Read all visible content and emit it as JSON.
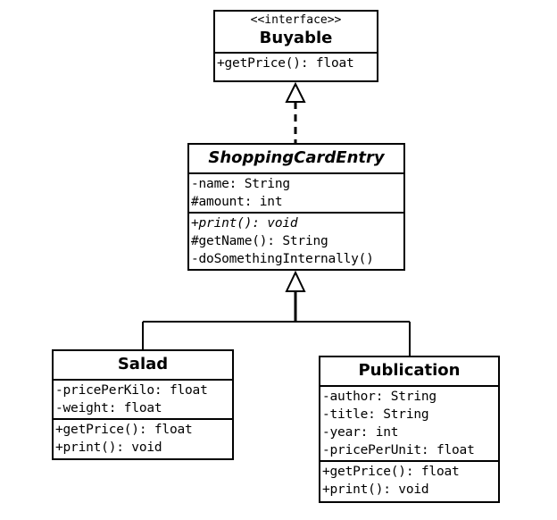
{
  "classes": {
    "buyable": {
      "stereotype": "<<interface>>",
      "name": "Buyable",
      "methods": [
        "+getPrice(): float"
      ]
    },
    "shopping_card_entry": {
      "name": "ShoppingCardEntry",
      "abstract": true,
      "attributes": [
        "-name: String",
        "#amount: int"
      ],
      "methods": [
        "+print(): void",
        "#getName(): String",
        "-doSomethingInternally()"
      ],
      "abstract_methods": [
        "+print(): void"
      ]
    },
    "salad": {
      "name": "Salad",
      "attributes": [
        "-pricePerKilo: float",
        "-weight: float"
      ],
      "methods": [
        "+getPrice(): float",
        "+print(): void"
      ]
    },
    "publication": {
      "name": "Publication",
      "attributes": [
        "-author: String",
        "-title: String",
        "-year: int",
        "-pricePerUnit: float"
      ],
      "methods": [
        "+getPrice(): float",
        "+print(): void"
      ]
    }
  },
  "relations": [
    {
      "type": "realization",
      "from": "ShoppingCardEntry",
      "to": "Buyable"
    },
    {
      "type": "generalization",
      "from": "Salad",
      "to": "ShoppingCardEntry"
    },
    {
      "type": "generalization",
      "from": "Publication",
      "to": "ShoppingCardEntry"
    }
  ]
}
